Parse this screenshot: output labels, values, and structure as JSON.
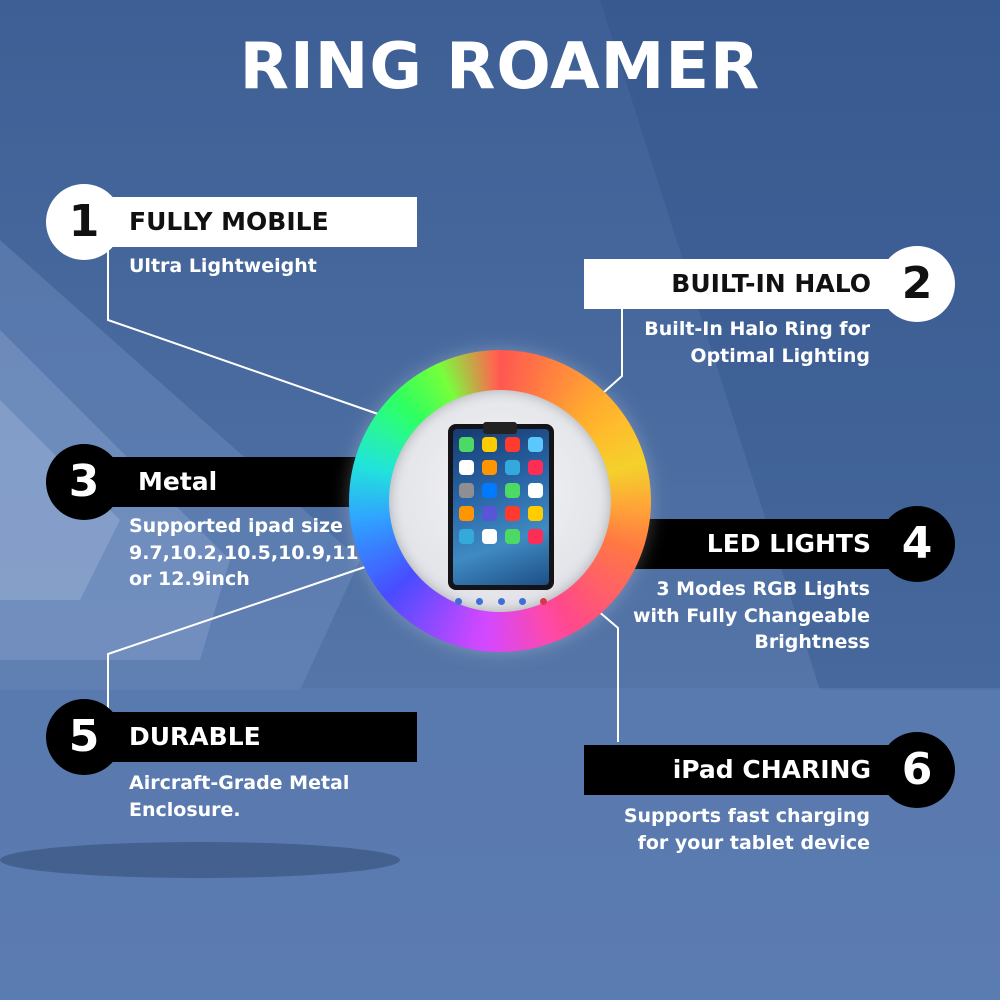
{
  "title": "RING ROAMER",
  "features": [
    {
      "number": "1",
      "heading": "FULLY MOBILE",
      "lines": [
        "Ultra Lightweight"
      ]
    },
    {
      "number": "2",
      "heading": "BUILT-IN HALO",
      "lines": [
        "Built-In Halo Ring for",
        "Optimal Lighting"
      ]
    },
    {
      "number": "3",
      "heading": "Metal",
      "lines": [
        "Supported ipad size",
        "9.7,10.2,10.5,10.9,11",
        "or 12.9inch"
      ]
    },
    {
      "number": "4",
      "heading": "LED LIGHTS",
      "lines": [
        "3 Modes RGB Lights",
        "with Fully Changeable",
        "Brightness"
      ]
    },
    {
      "number": "5",
      "heading": "DURABLE",
      "lines": [
        "Aircraft-Grade Metal",
        "Enclosure."
      ]
    },
    {
      "number": "6",
      "heading": "iPad CHARING",
      "lines": [
        "Supports fast charging",
        "for your tablet device"
      ]
    }
  ],
  "colors": {
    "background": "#4a6ca0",
    "bar_white": "#ffffff",
    "bar_black": "#000000",
    "line": "#ffffff"
  },
  "product_image": "rgb-ring-light-tablet-stand"
}
